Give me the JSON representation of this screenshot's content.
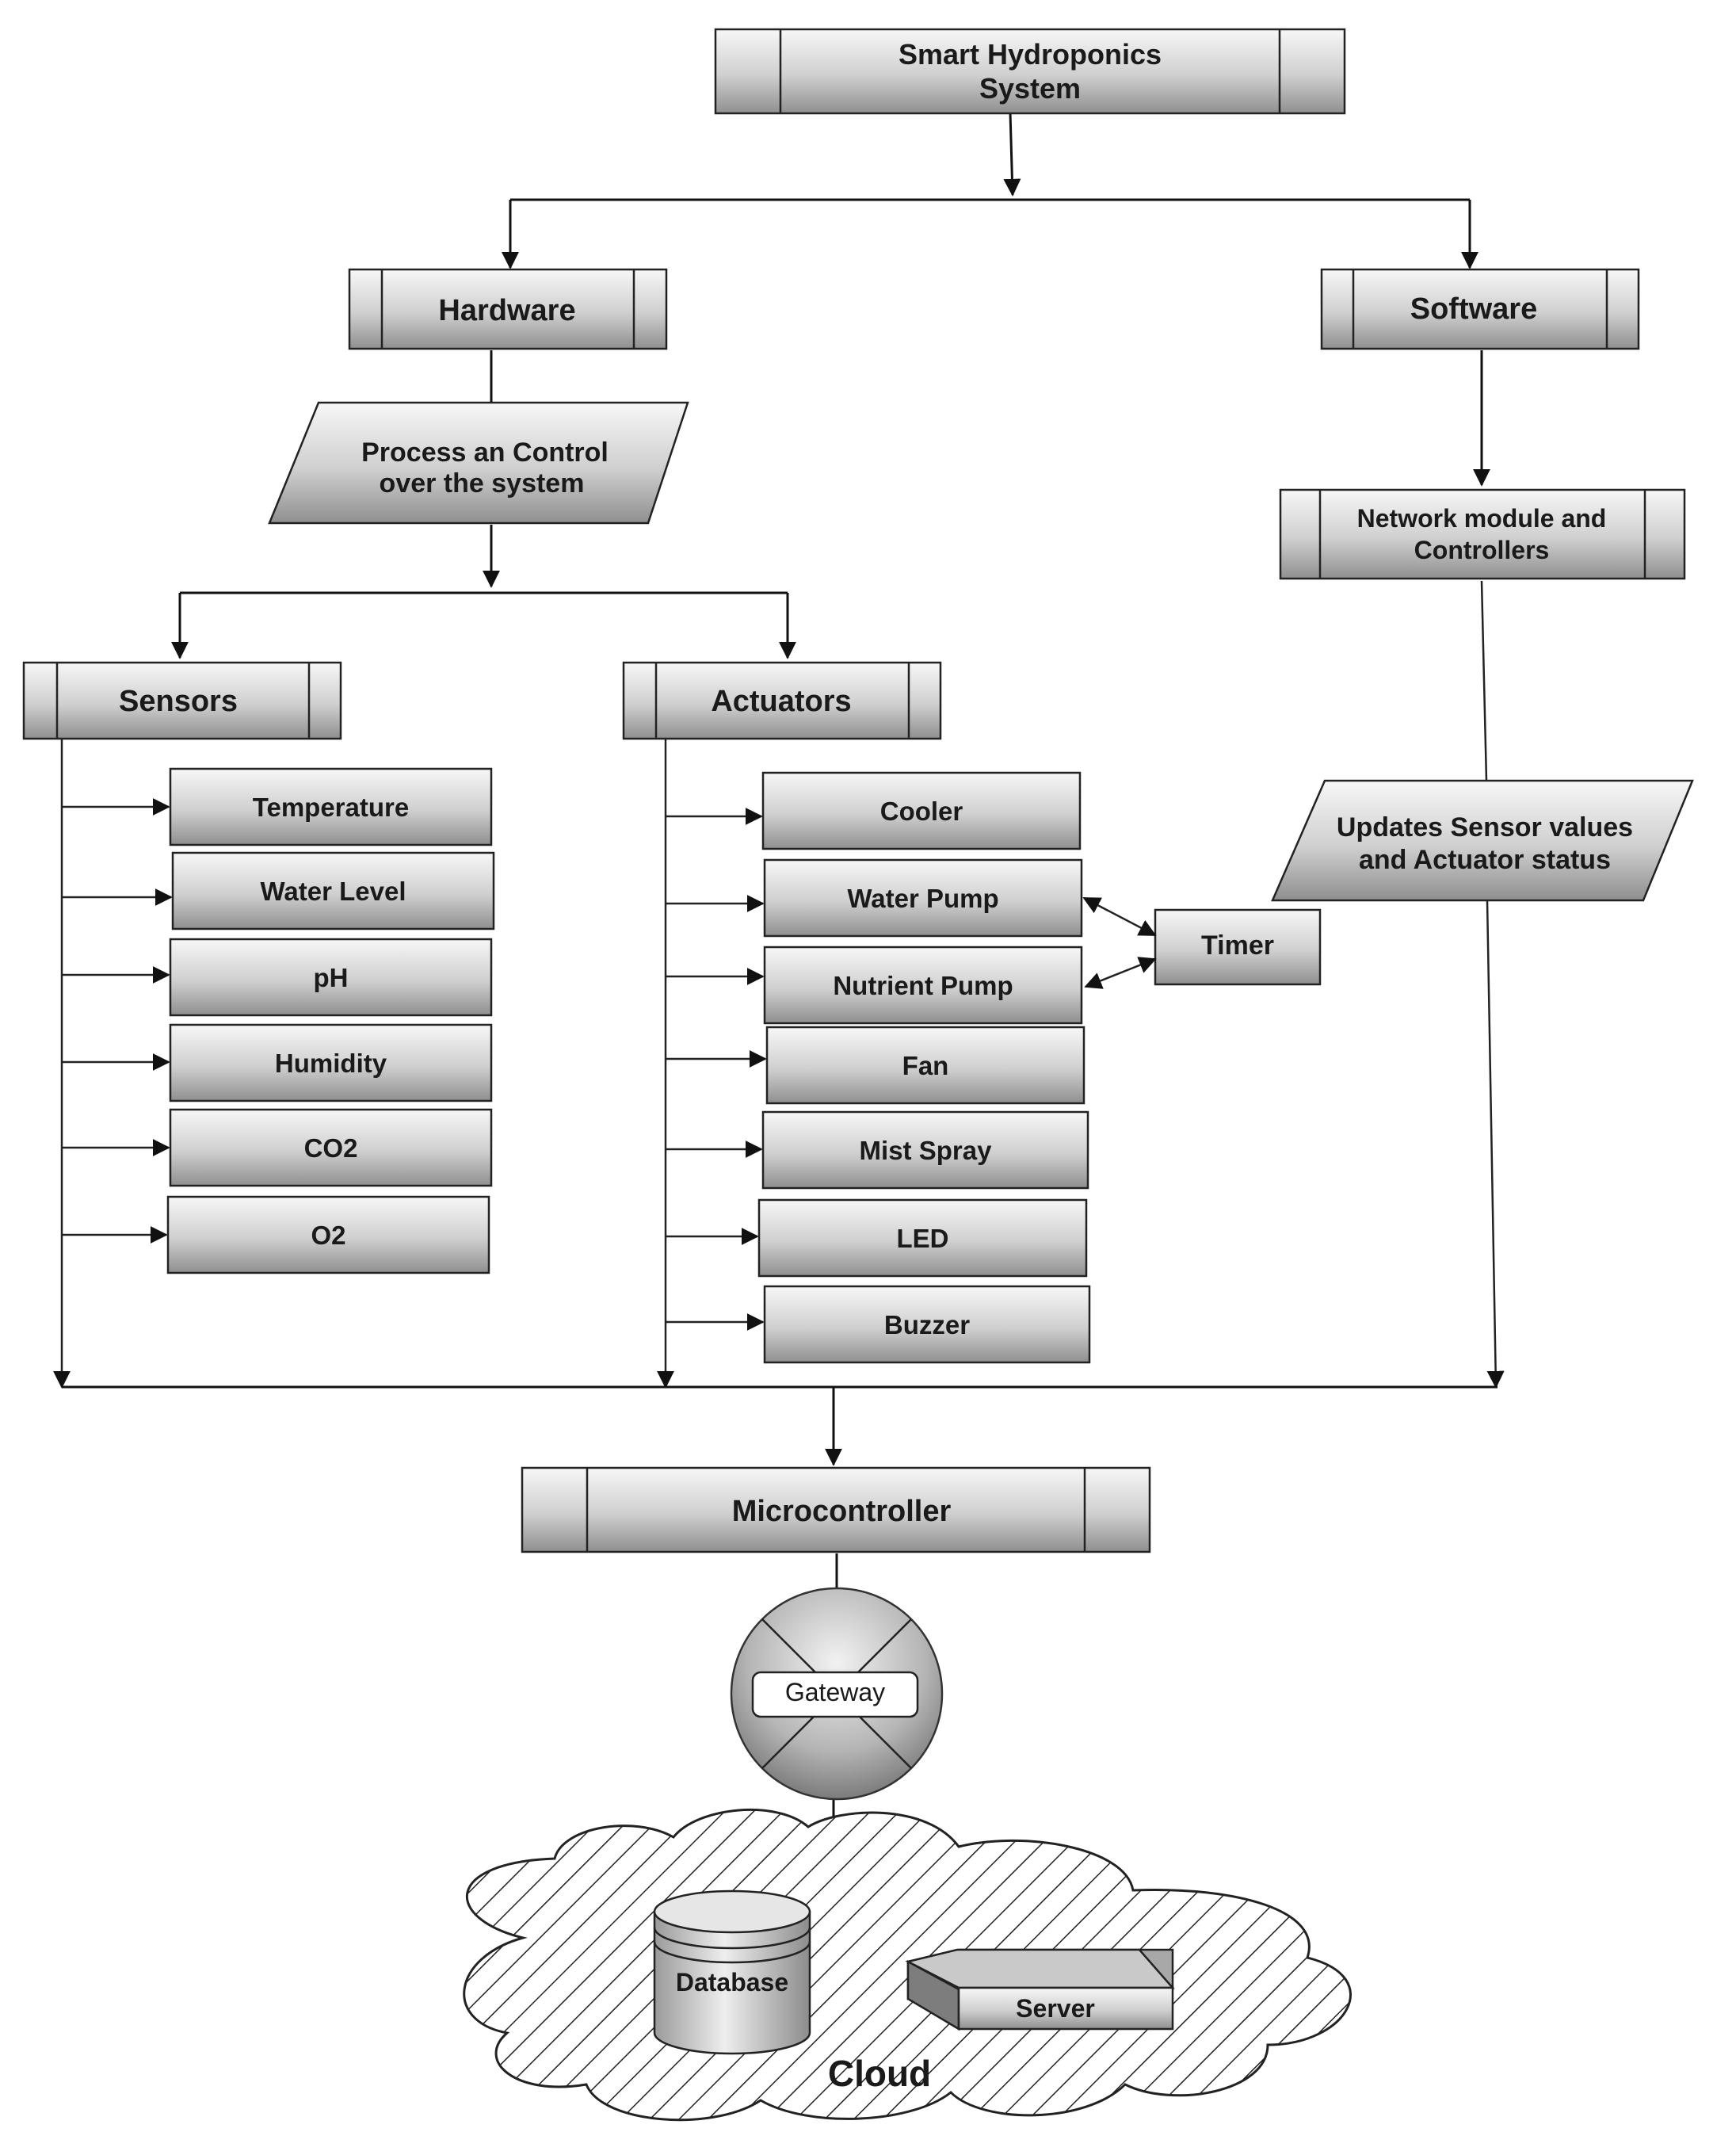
{
  "diagram": {
    "root": "Smart Hydroponics System",
    "root_lines": [
      "Smart Hydroponics",
      "System"
    ],
    "hardware": "Hardware",
    "software": "Software",
    "process": [
      "Process an Control",
      "over the system"
    ],
    "network": [
      "Network module and",
      "Controllers"
    ],
    "updates": [
      "Updates Sensor values",
      "and Actuator status"
    ],
    "sensors": {
      "title": "Sensors",
      "items": [
        "Temperature",
        "Water Level",
        "pH",
        "Humidity",
        "CO2",
        "O2"
      ]
    },
    "actuators": {
      "title": "Actuators",
      "items": [
        "Cooler",
        "Water Pump",
        "Nutrient Pump",
        "Fan",
        "Mist Spray",
        "LED",
        "Buzzer"
      ]
    },
    "timer": "Timer",
    "microcontroller": "Microcontroller",
    "gateway": "Gateway",
    "cloud": {
      "label": "Cloud",
      "database": "Database",
      "server": "Server"
    }
  }
}
